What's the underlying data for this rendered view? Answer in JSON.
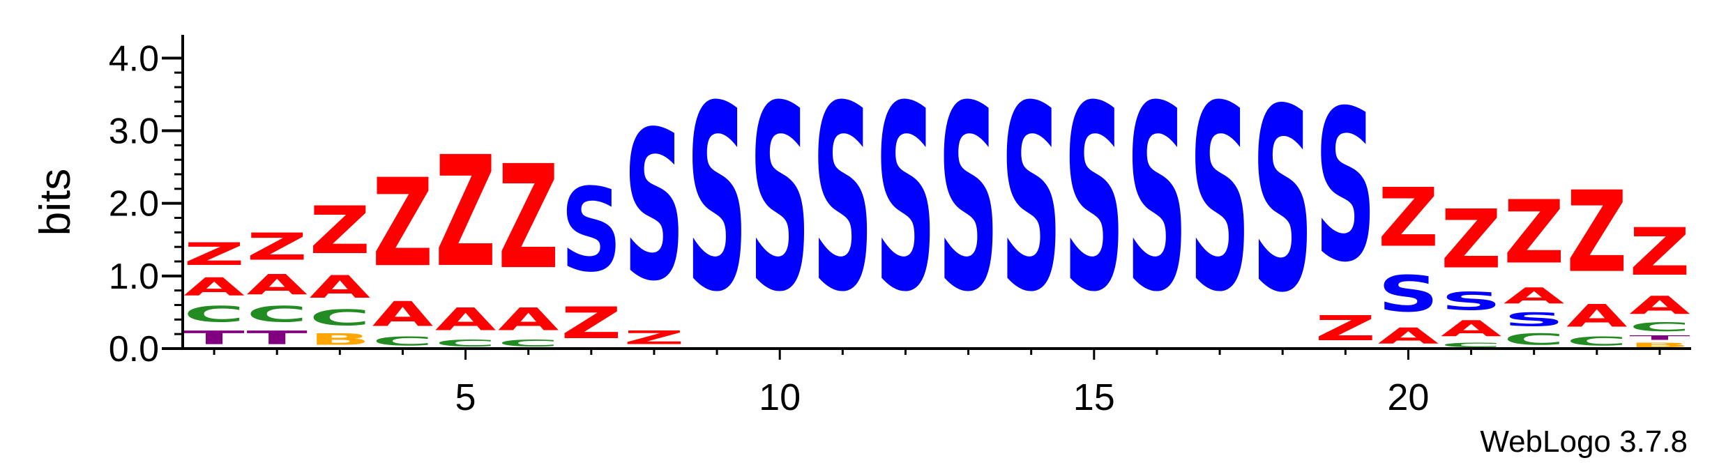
{
  "chart_data": {
    "type": "sequence-logo",
    "ylabel": "bits",
    "ylim": [
      0,
      4.32
    ],
    "y_ticks": [
      "0.0",
      "1.0",
      "2.0",
      "3.0",
      "4.0"
    ],
    "x_ticks": [
      "5",
      "10",
      "15",
      "20"
    ],
    "x_range": [
      0.5,
      24.5
    ],
    "credit": "WebLogo 3.7.8",
    "colors": {
      "Z": "#ff0000",
      "A": "#ff0000",
      "S": "#0000ff",
      "C": "#228b22",
      "T": "#800080",
      "B": "#ffa500"
    },
    "positions": [
      {
        "pos": 1,
        "stack": [
          {
            "letter": "T",
            "height": 0.3
          },
          {
            "letter": "C",
            "height": 0.35
          },
          {
            "letter": "A",
            "height": 0.4
          },
          {
            "letter": "Z",
            "height": 0.5
          }
        ]
      },
      {
        "pos": 2,
        "stack": [
          {
            "letter": "T",
            "height": 0.3
          },
          {
            "letter": "C",
            "height": 0.35
          },
          {
            "letter": "A",
            "height": 0.45
          },
          {
            "letter": "Z",
            "height": 0.6
          }
        ]
      },
      {
        "pos": 3,
        "stack": [
          {
            "letter": "B",
            "height": 0.25
          },
          {
            "letter": "C",
            "height": 0.35
          },
          {
            "letter": "A",
            "height": 0.5
          },
          {
            "letter": "Z",
            "height": 1.05
          }
        ]
      },
      {
        "pos": 4,
        "stack": [
          {
            "letter": "C",
            "height": 0.2
          },
          {
            "letter": "A",
            "height": 0.55
          },
          {
            "letter": "Z",
            "height": 1.95
          }
        ]
      },
      {
        "pos": 5,
        "stack": [
          {
            "letter": "C",
            "height": 0.15
          },
          {
            "letter": "A",
            "height": 0.5
          },
          {
            "letter": "Z",
            "height": 2.45
          }
        ]
      },
      {
        "pos": 6,
        "stack": [
          {
            "letter": "C",
            "height": 0.15
          },
          {
            "letter": "A",
            "height": 0.5
          },
          {
            "letter": "Z",
            "height": 2.3
          }
        ]
      },
      {
        "pos": 7,
        "stack": [
          {
            "letter": "Z",
            "height": 0.7
          },
          {
            "letter": "S",
            "height": 1.85
          }
        ]
      },
      {
        "pos": 8,
        "stack": [
          {
            "letter": "Z",
            "height": 0.3
          },
          {
            "letter": "S",
            "height": 3.3
          }
        ]
      },
      {
        "pos": 9,
        "stack": [
          {
            "letter": "S",
            "height": 4.1
          }
        ]
      },
      {
        "pos": 10,
        "stack": [
          {
            "letter": "S",
            "height": 4.1
          }
        ]
      },
      {
        "pos": 11,
        "stack": [
          {
            "letter": "S",
            "height": 4.1
          }
        ]
      },
      {
        "pos": 12,
        "stack": [
          {
            "letter": "S",
            "height": 4.1
          }
        ]
      },
      {
        "pos": 13,
        "stack": [
          {
            "letter": "S",
            "height": 4.1
          }
        ]
      },
      {
        "pos": 14,
        "stack": [
          {
            "letter": "S",
            "height": 4.1
          }
        ]
      },
      {
        "pos": 15,
        "stack": [
          {
            "letter": "S",
            "height": 4.1
          }
        ]
      },
      {
        "pos": 16,
        "stack": [
          {
            "letter": "S",
            "height": 4.1
          }
        ]
      },
      {
        "pos": 17,
        "stack": [
          {
            "letter": "S",
            "height": 4.1
          }
        ]
      },
      {
        "pos": 18,
        "stack": [
          {
            "letter": "S",
            "height": 4.05
          }
        ]
      },
      {
        "pos": 19,
        "stack": [
          {
            "letter": "Z",
            "height": 0.55
          },
          {
            "letter": "S",
            "height": 3.35
          }
        ]
      },
      {
        "pos": 20,
        "stack": [
          {
            "letter": "A",
            "height": 0.35
          },
          {
            "letter": "S",
            "height": 0.8
          },
          {
            "letter": "Z",
            "height": 1.3
          }
        ]
      },
      {
        "pos": 21,
        "stack": [
          {
            "letter": "C",
            "height": 0.1
          },
          {
            "letter": "A",
            "height": 0.35
          },
          {
            "letter": "S",
            "height": 0.4
          },
          {
            "letter": "Z",
            "height": 1.3
          }
        ]
      },
      {
        "pos": 22,
        "stack": [
          {
            "letter": "C",
            "height": 0.25
          },
          {
            "letter": "S",
            "height": 0.3
          },
          {
            "letter": "A",
            "height": 0.35
          },
          {
            "letter": "Z",
            "height": 1.4
          }
        ]
      },
      {
        "pos": 23,
        "stack": [
          {
            "letter": "C",
            "height": 0.2
          },
          {
            "letter": "A",
            "height": 0.5
          },
          {
            "letter": "Z",
            "height": 1.8
          }
        ]
      },
      {
        "pos": 24,
        "stack": [
          {
            "letter": "B",
            "height": 0.1
          },
          {
            "letter": "T",
            "height": 0.1
          },
          {
            "letter": "C",
            "height": 0.2
          },
          {
            "letter": "A",
            "height": 0.4
          },
          {
            "letter": "Z",
            "height": 1.05
          }
        ]
      }
    ]
  }
}
